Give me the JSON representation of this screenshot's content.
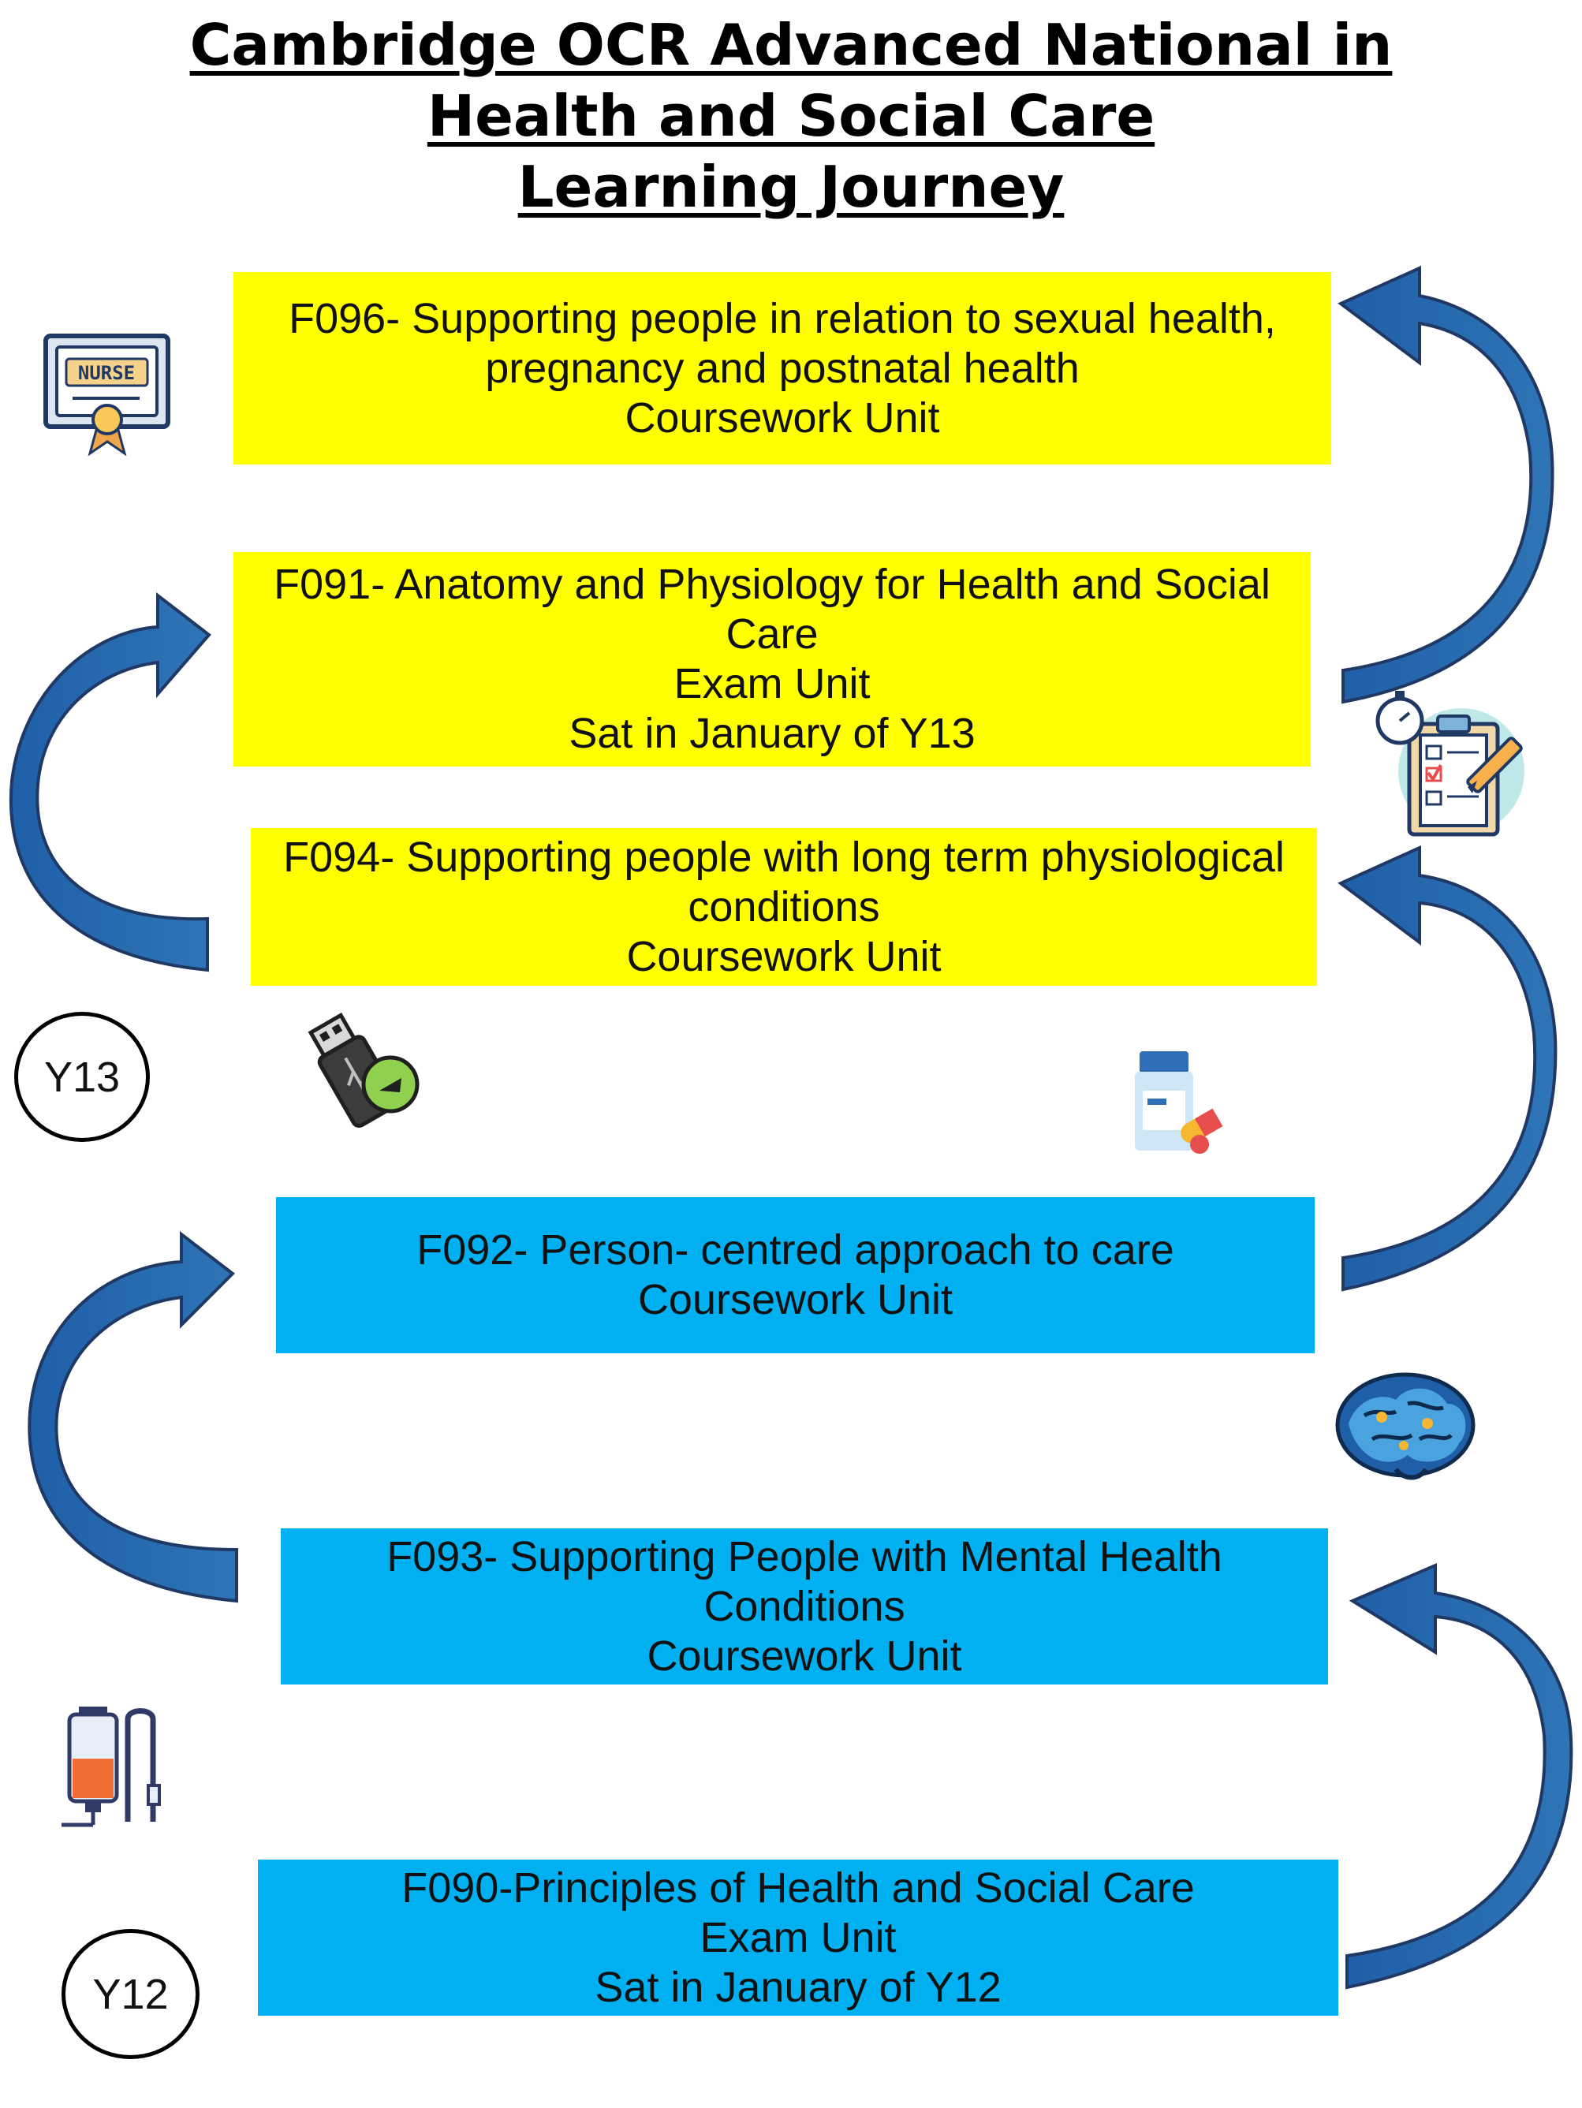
{
  "title": {
    "line1": "Cambridge OCR Advanced National in",
    "line2": "Health and Social Care",
    "line3": "Learning Journey"
  },
  "units": {
    "f096": {
      "line1": "F096- Supporting people in relation to sexual health,",
      "line2": "pregnancy and postnatal health",
      "line3": "Coursework Unit"
    },
    "f091": {
      "line1": "F091- Anatomy and Physiology for Health and Social",
      "line2": "Care",
      "line3": "Exam Unit",
      "line4": "Sat in January of Y13"
    },
    "f094": {
      "line1": "F094- Supporting people with long term physiological",
      "line2": "conditions",
      "line3": "Coursework Unit"
    },
    "f092": {
      "line1": "F092- Person- centred approach to care",
      "line2": "Coursework Unit"
    },
    "f093": {
      "line1": "F093- Supporting People with Mental Health",
      "line2": "Conditions",
      "line3": "Coursework Unit"
    },
    "f090": {
      "line1": "F090-Principles of Health and Social Care",
      "line2": "Exam Unit",
      "line3": "Sat in January of Y12"
    }
  },
  "badges": {
    "y13": "Y13",
    "y12": "Y12"
  },
  "icons": {
    "certificate": {
      "name": "nurse-certificate-icon",
      "label": "NURSE"
    },
    "checklist": "checklist-stopwatch-icon",
    "usb": "usb-drive-icon",
    "medicine": "medicine-bottle-icon",
    "brain": "brain-icon",
    "iv_bag": "iv-drip-bag-icon"
  },
  "colors": {
    "year13_box": "#ffff00",
    "year12_box": "#00b0f0",
    "arrow": "#2e75b6",
    "arrow_outline": "#1f3864"
  }
}
